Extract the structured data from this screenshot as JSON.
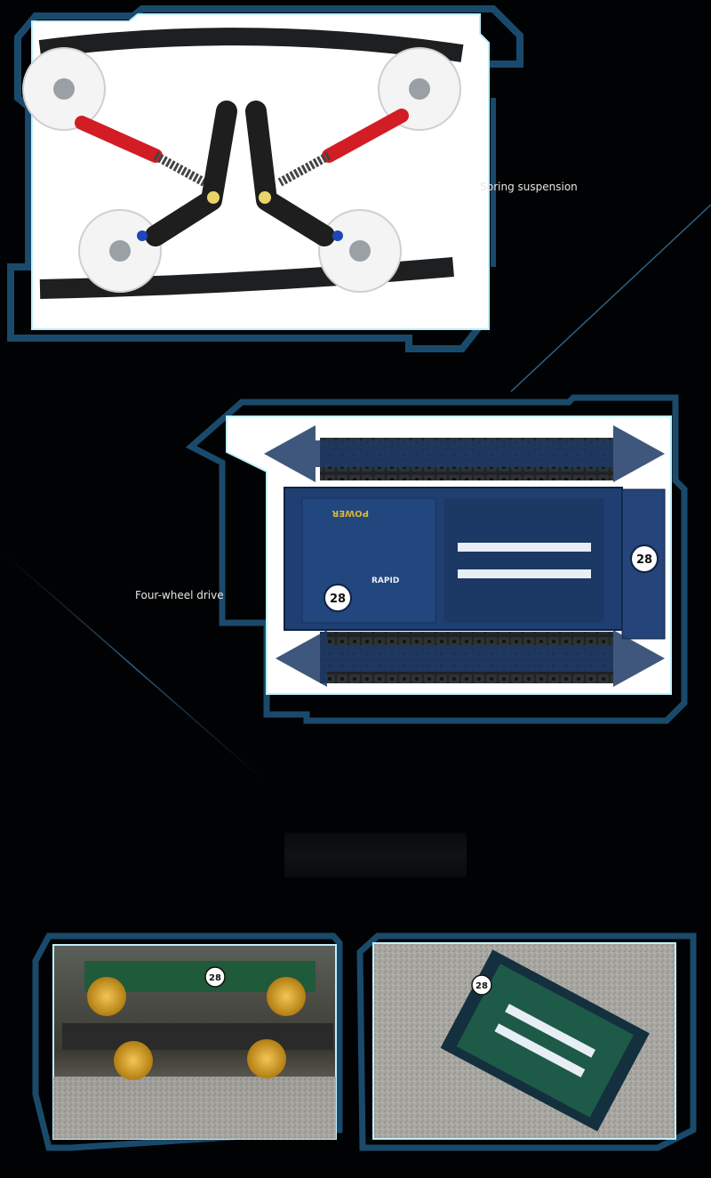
{
  "captions": {
    "spring_suspension": "Spring suspension",
    "four_wheel_drive": "Four-wheel drive"
  },
  "badges": {
    "race_number": "28",
    "power_sticker": "POWER",
    "rapid_sticker": "RAPID"
  },
  "colors": {
    "background": "#010203",
    "frame_accent": "#1c4b6c",
    "frame_glow": "#9fe6ff",
    "vehicle_blue": "#1f3f73",
    "vehicle_green": "#1f5a3a",
    "wheel_gold": "#d9a22a",
    "suspension_red": "#d21d24"
  },
  "images": [
    {
      "name": "suspension-diagram",
      "icon": "suspension-illustration"
    },
    {
      "name": "vehicle-top-view",
      "icon": "tracked-vehicle-top"
    },
    {
      "name": "photo-side-view",
      "icon": "photo"
    },
    {
      "name": "photo-top-view",
      "icon": "photo"
    }
  ]
}
